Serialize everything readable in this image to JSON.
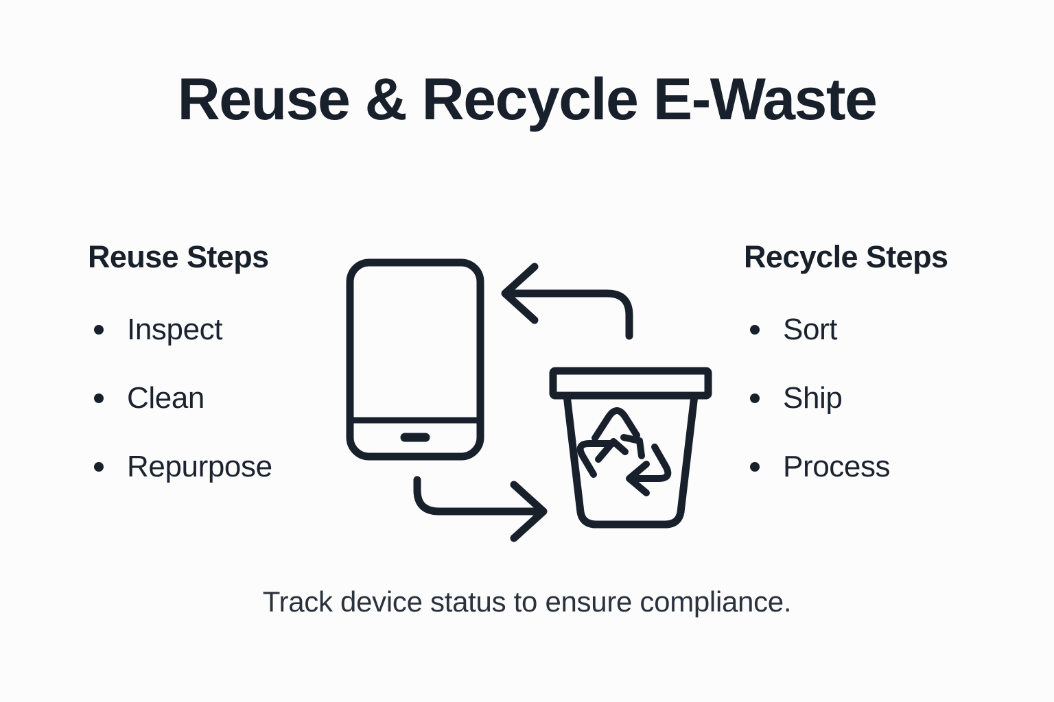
{
  "title": "Reuse & Recycle E-Waste",
  "caption": "Track device status to ensure compliance.",
  "colors": {
    "background": "#fdfcfc",
    "ink": "#18202b",
    "caption_text": "#2a323d",
    "stroke": "#18202b"
  },
  "columns": {
    "left": {
      "heading": "Reuse Steps",
      "items": [
        {
          "label": "Inspect"
        },
        {
          "label": "Clean"
        },
        {
          "label": "Repurpose"
        }
      ]
    },
    "right": {
      "heading": "Recycle Steps",
      "items": [
        {
          "label": "Sort"
        },
        {
          "label": "Ship"
        },
        {
          "label": "Process"
        }
      ]
    }
  },
  "illustration": {
    "phone_icon": "smartphone-icon",
    "bin_icon": "recycle-bin-icon",
    "recycle_symbol_icon": "recycle-symbol-icon",
    "arrow_to_phone_icon": "curved-arrow-left-icon",
    "arrow_to_bin_icon": "curved-arrow-right-icon"
  }
}
